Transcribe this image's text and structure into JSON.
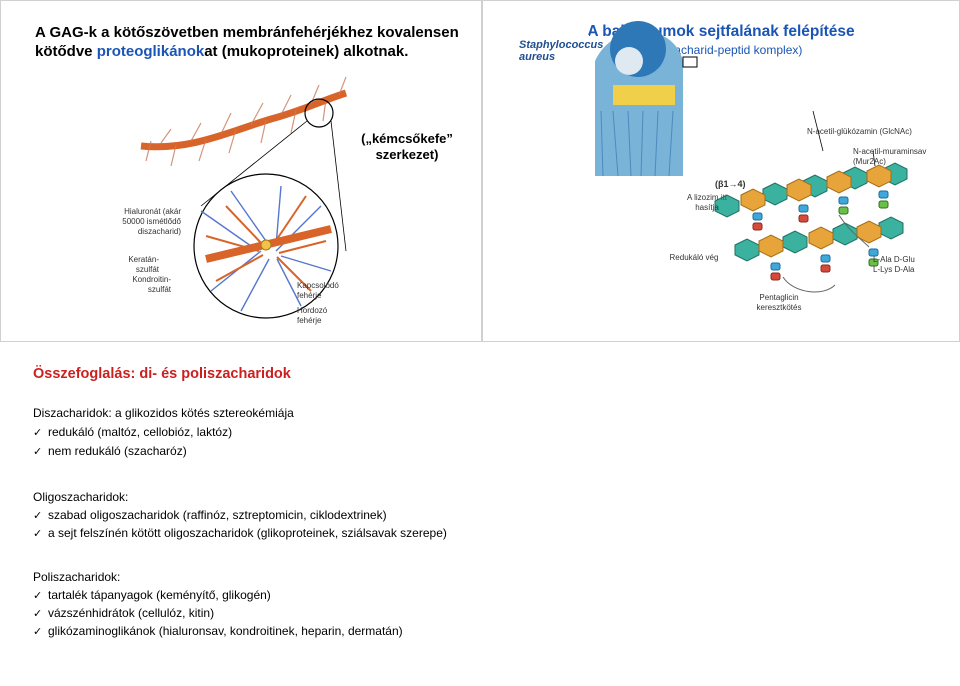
{
  "left_panel": {
    "title_part1": "A GAG-k a kötőszövetben membránfehérjékhez kovalensen kötődve ",
    "title_highlight": "proteoglikánok",
    "title_part2": "at (mukoproteinek) alkotnak.",
    "brush_label": "(„kémcsőkefe” szerkezet)",
    "labels": {
      "hyaluronate": "Hialuronát (akár 50000 ismétlődő diszacharid)",
      "keratan": "Keratán-szulfát",
      "chondroitin": "Kondroitin-szulfát",
      "link_protein": "Kapcsolódó fehérje",
      "core_protein": "Hordozó fehérje"
    }
  },
  "right_panel": {
    "title": "A baktériumok sejtfalának felépítése",
    "subtitle": "(poliszacharid-peptid komplex)",
    "organism": "Staphylococcus aureus",
    "labels": {
      "glcnac": "N-acetil-glükózamin (GlcNAc)",
      "murnac": "N-acetil-muraminsav (Mur2Ac)",
      "lysozyme_1": "A lizozim ",
      "lysozyme_itt": "itt",
      "lysozyme_2": "hasítja",
      "bond": "(β1→4)",
      "reducing_end": "Redukáló vég",
      "pentaglycine": "Pentaglicin keresztkötés",
      "peptide": "L-Ala D-Glu L-Lys D-Ala"
    }
  },
  "summary": {
    "heading": "Összefoglalás:  di- és poliszacharidok",
    "disacch_head": "Diszacharidok: a glikozidos kötés sztereokémiája",
    "disacch_items": [
      "redukáló (maltóz, cellobióz, laktóz)",
      "nem redukáló (szacharóz)"
    ],
    "oligo_head": "Oligoszacharidok:",
    "oligo_items": [
      "szabad oligoszacharidok (raffinóz, sztreptomicin, ciklodextrinek)",
      "a sejt felszínén kötött oligoszacharidok (glikoproteinek, sziálsavak szerepe)"
    ],
    "poly_head": "Poliszacharidok:",
    "poly_items": [
      "tartalék tápanyagok (keményítő, glikogén)",
      "vázszénhidrátok (cellulóz, kitin)",
      "glikózaminoglikánok (hialuronsav, kondroitinek, heparin, dermatán)"
    ]
  },
  "colors": {
    "accent_blue": "#1a55b5",
    "heading_red": "#cc1f1f",
    "fiber_orange": "#d9642a"
  },
  "icons": {
    "check": "checkmark-icon"
  }
}
